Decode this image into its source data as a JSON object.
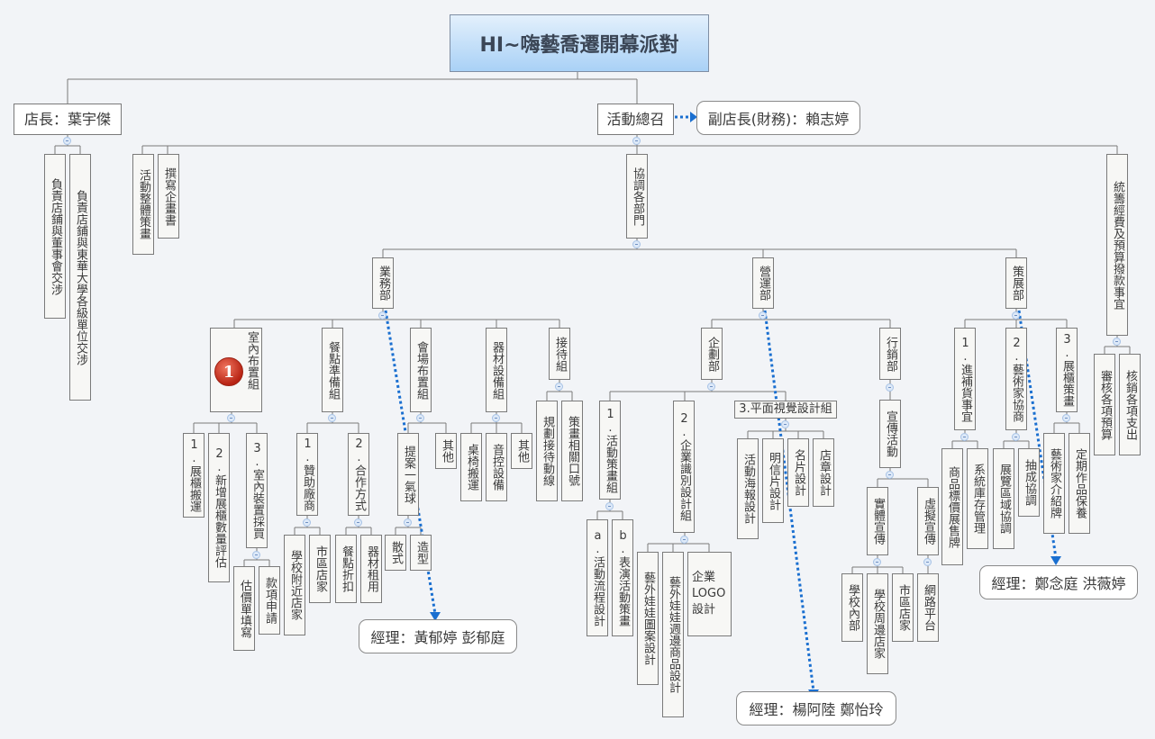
{
  "root": {
    "title": "HI~嗨藝喬遷開幕派對"
  },
  "manager": {
    "label": "店長：葉宇傑",
    "children": [
      "負責店鋪與董事會交涉",
      "負責店鋪與東華大學各級單位交涉"
    ]
  },
  "coordinator": {
    "label": "活動總召",
    "linked": "副店長(財務)：賴志婷",
    "children": [
      "活動整體策畫",
      "撰寫企畫書",
      "協調各部門",
      "統籌經費及預算撥款事宜"
    ],
    "budget_children": [
      "審核各項預算",
      "核銷各項支出"
    ]
  },
  "departments": {
    "business": {
      "label": "業務部",
      "manager_callout": "經理：黃郁婷 彭郁庭",
      "groups": {
        "interior": {
          "label": "室內布置組",
          "marker": "1",
          "items": [
            "1.展櫃搬運",
            "2.新增展櫃數量評估",
            "3.室內裝置採買"
          ],
          "sub3": [
            "估價單填寫",
            "款項申請"
          ]
        },
        "catering": {
          "label": "餐點準備組",
          "items": [
            "1.贊助廠商",
            "2.合作方式"
          ],
          "sub1": [
            "學校附近店家",
            "市區店家"
          ],
          "sub2": [
            "餐點折扣",
            "器材租用"
          ]
        },
        "venue": {
          "label": "會場布置組",
          "items": [
            "提案一氣球",
            "其他"
          ],
          "sub1": [
            "散式",
            "造型"
          ]
        },
        "equipment": {
          "label": "器材設備組",
          "items": [
            "桌椅搬運",
            "音控設備",
            "其他"
          ]
        },
        "reception": {
          "label": "接待組",
          "items": [
            "規劃接待動線",
            "策畫相關口號"
          ]
        }
      }
    },
    "operations": {
      "label": "營運部",
      "manager_callout": "經理：楊阿陸 鄭怡玲",
      "planning": {
        "label": "企劃部",
        "groups": {
          "event": {
            "label": "1.活動策畫組",
            "items": [
              "a.活動流程設計",
              "b.表演活動策畫"
            ]
          },
          "ci": {
            "label": "2.企業識別設計組",
            "items": [
              "藝外娃娃圖案設計",
              "藝外娃娃週邊商品設計"
            ],
            "logo_line1": "企業",
            "logo_line2": "LOGO",
            "logo_line3": "設計"
          },
          "graphic": {
            "label": "3.平面視覺設計組",
            "items": [
              "活動海報設計",
              "明信片設計",
              "名片設計",
              "店章設計"
            ]
          }
        }
      },
      "marketing": {
        "label": "行銷部",
        "campaign": "宣傳活動",
        "physical": {
          "label": "實體宣傳",
          "items": [
            "學校內部",
            "學校周邊店家",
            "市區店家"
          ]
        },
        "virtual": {
          "label": "虛擬宣傳",
          "items": [
            "網路平台"
          ]
        }
      }
    },
    "curation": {
      "label": "策展部",
      "manager_callout": "經理：鄭念庭 洪薇婷",
      "groups": {
        "stock": {
          "label": "1.進補貨事宜",
          "items": [
            "商品標價展售牌",
            "系統庫存管理"
          ]
        },
        "artist": {
          "label": "2.藝術家協商",
          "items": [
            "展覽區域協調",
            "抽成協調"
          ]
        },
        "booth": {
          "label": "3.展櫃策畫",
          "items": [
            "藝術家介紹牌",
            "定期作品保養"
          ]
        }
      }
    }
  },
  "colors": {
    "line": "#7a7a7a",
    "relationship": "#1a6fd0",
    "root_top": "#e3f0fc",
    "root_bottom": "#a9d1f6",
    "marker": "#c0321f"
  }
}
